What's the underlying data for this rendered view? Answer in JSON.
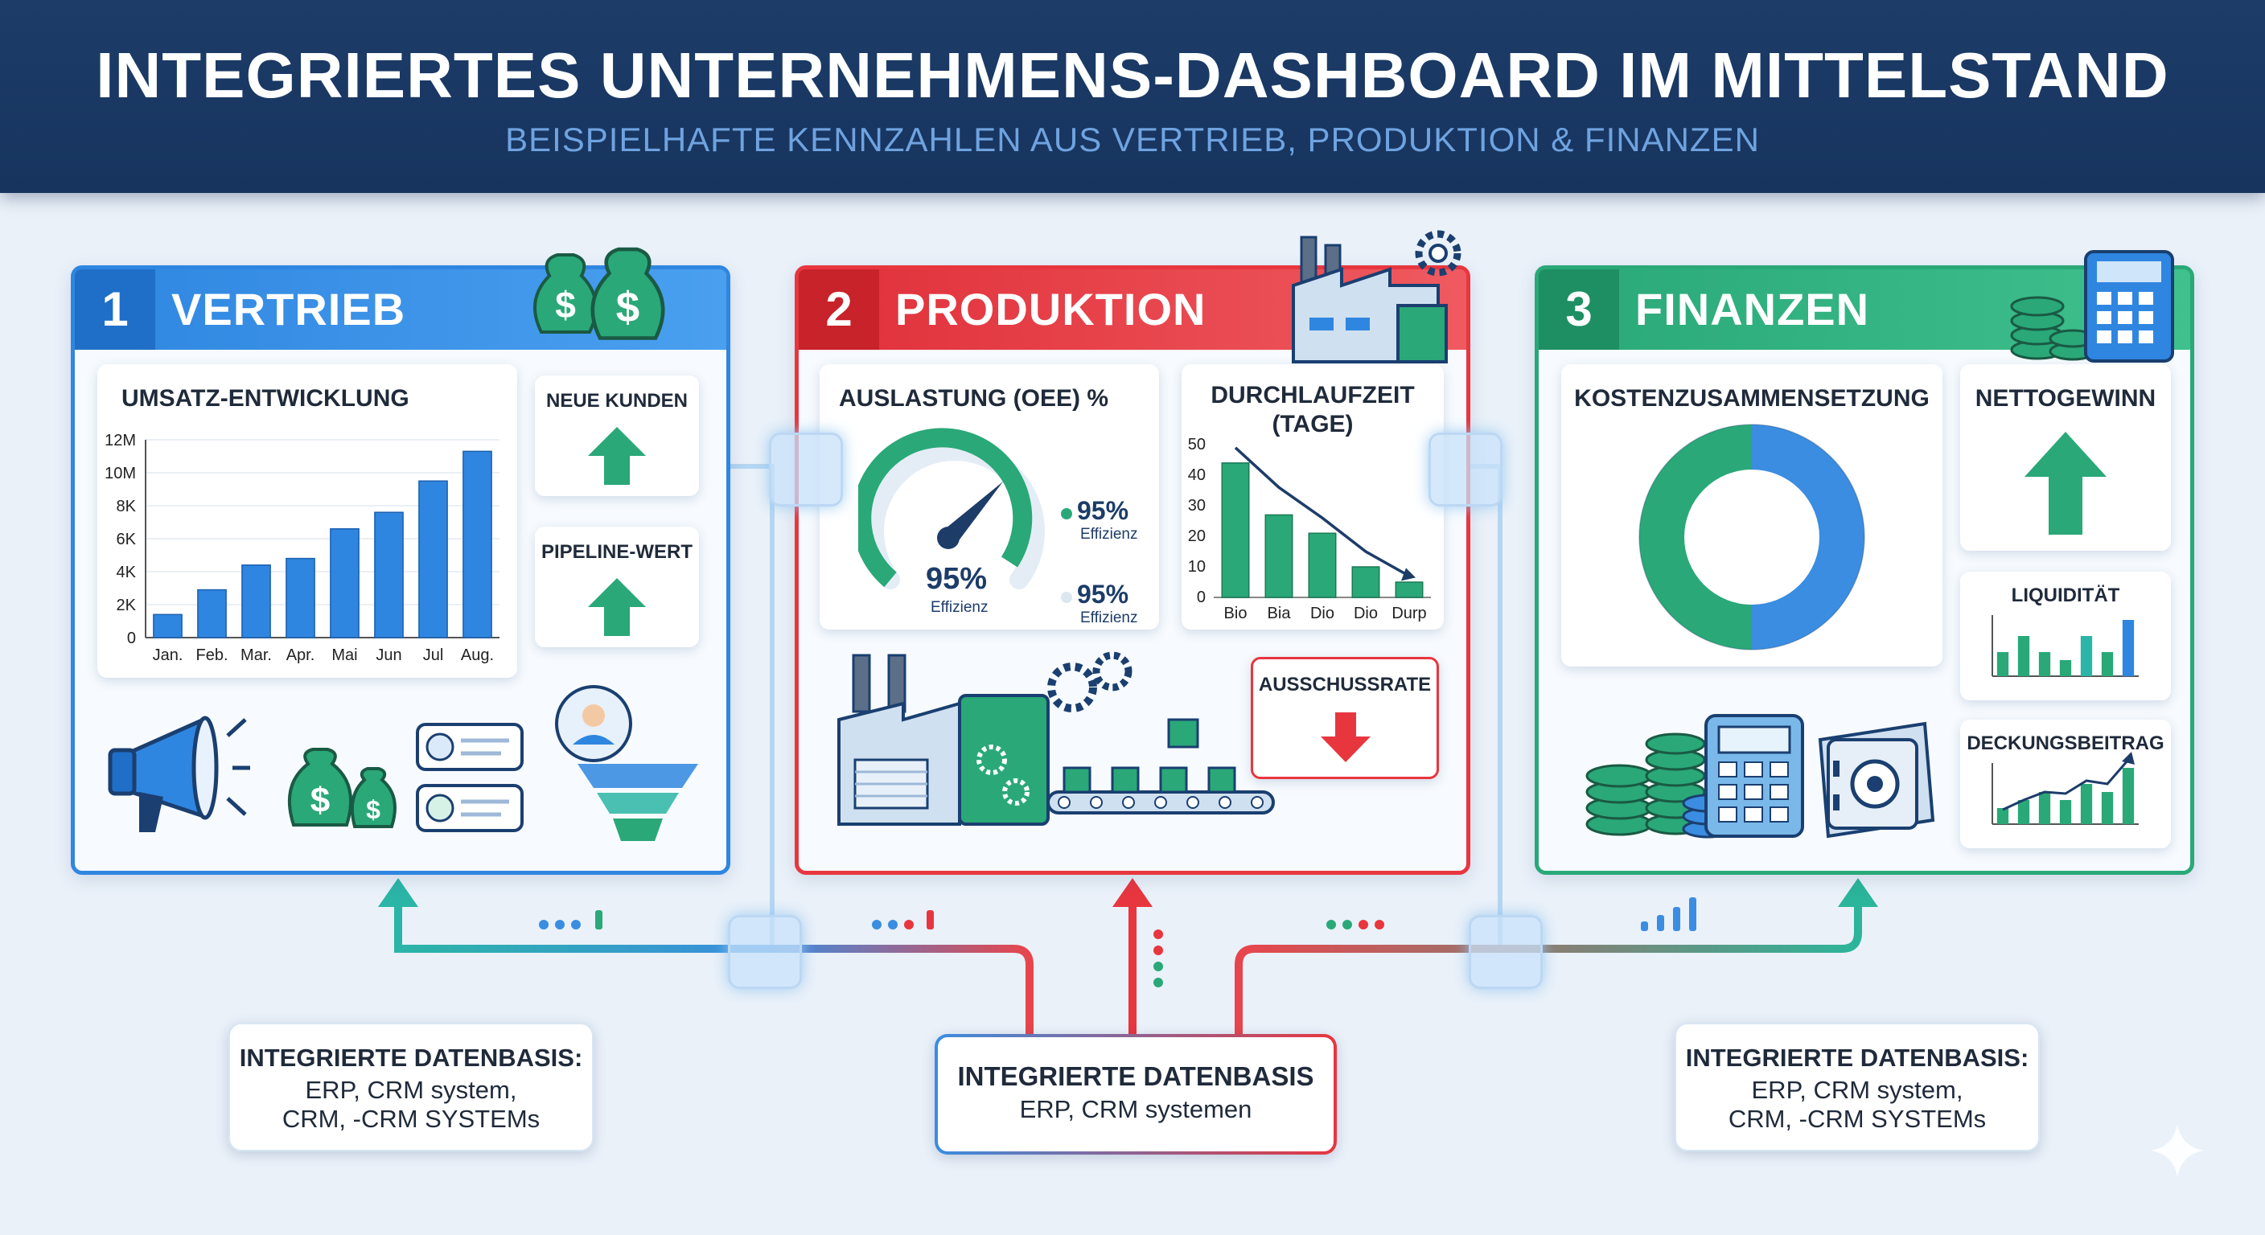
{
  "header": {
    "title": "INTEGRIERTES UNTERNEHMENS-DASHBOARD IM MITTELSTAND",
    "subtitle": "BEISPIELHAFTE KENNZAHLEN AUS VERTRIEB, PRODUKTION & FINANZEN"
  },
  "colors": {
    "vertrieb": "#2f86e0",
    "produktion": "#e8363f",
    "finanzen": "#2aa878",
    "navy": "#1d3c68"
  },
  "vertrieb": {
    "number": "1",
    "title": "VERTRIEB",
    "umsatz_title": "UMSATZ-ENTWICKLUNG",
    "neue_kunden": "NEUE KUNDEN",
    "pipeline": "PIPELINE-WERT",
    "icons": [
      "money-bag-icon",
      "megaphone-icon",
      "customer-card-icon",
      "sales-funnel-icon"
    ]
  },
  "produktion": {
    "number": "2",
    "title": "PRODUKTION",
    "oee_title": "AUSLASTUNG (OEE) %",
    "gauge_value": "95%",
    "gauge_label": "Effizienz",
    "legend": [
      {
        "value": "95%",
        "label": "Effizienz"
      },
      {
        "value": "95%",
        "label": "Effizienz"
      }
    ],
    "durchlauf_title_1": "DURCHLAUFZEIT",
    "durchlauf_title_2": "(TAGE)",
    "ausschuss": "AUSSCHUSSRATE",
    "icons": [
      "factory-icon",
      "gear-icon",
      "conveyor-belt-icon"
    ]
  },
  "finanzen": {
    "number": "3",
    "title": "FINANZEN",
    "kosten_title": "KOSTENZUSAMMENSETZUNG",
    "nettogewinn": "NETTOGEWINN",
    "liquiditaet": "LIQUIDITÄT",
    "deckungsbeitrag": "DECKUNGSBEITRAG",
    "icons": [
      "coin-stack-icon",
      "calculator-icon",
      "safe-icon"
    ]
  },
  "sources": {
    "left": {
      "title": "INTEGRIERTE DATENBASIS:",
      "line1": "ERP, CRM system,",
      "line2": "CRM, -CRM SYSTEMs"
    },
    "center": {
      "title": "INTEGRIERTE DATENBASIS",
      "line1": "ERP, CRM systemen"
    },
    "right": {
      "title": "INTEGRIERTE DATENBASIS:",
      "line1": "ERP, CRM system,",
      "line2": "CRM, -CRM SYSTEMs"
    }
  },
  "chart_data": [
    {
      "type": "bar",
      "title": "UMSATZ-ENTWICKLUNG",
      "categories": [
        "Jan.",
        "Feb.",
        "Mar.",
        "Apr.",
        "Mai",
        "Jun",
        "Jul",
        "Aug."
      ],
      "values": [
        1.4,
        2.9,
        4.4,
        4.8,
        6.6,
        7.6,
        9.5,
        11.3
      ],
      "ytick_labels": [
        "0",
        "2K",
        "4K",
        "6K",
        "8K",
        "10M",
        "12M"
      ],
      "ylim": [
        0,
        12
      ],
      "grid": true
    },
    {
      "type": "bar",
      "title": "DURCHLAUFZEIT (TAGE)",
      "categories": [
        "Bio",
        "Bia",
        "Dio",
        "Dio",
        "Durp"
      ],
      "values": [
        44,
        27,
        21,
        10,
        5
      ],
      "trend": [
        49,
        36,
        26,
        15,
        7
      ],
      "ytick_labels": [
        "0",
        "10",
        "20",
        "30",
        "40",
        "50"
      ],
      "ylim": [
        0,
        50
      ]
    },
    {
      "type": "pie",
      "title": "KOSTENZUSAMMENSETZUNG",
      "values": [
        50,
        50
      ],
      "colors": [
        "#3a8de0",
        "#2aa878"
      ]
    },
    {
      "type": "bar",
      "title": "LIQUIDITÄT",
      "values": [
        3,
        5,
        3,
        2,
        5,
        3,
        7
      ]
    },
    {
      "type": "bar",
      "title": "DECKUNGSBEITRAG",
      "values": [
        2,
        3,
        4,
        3,
        5,
        4,
        7
      ],
      "trend": [
        1,
        2.2,
        3.2,
        3.0,
        4.6,
        4.2,
        7.2
      ]
    }
  ]
}
